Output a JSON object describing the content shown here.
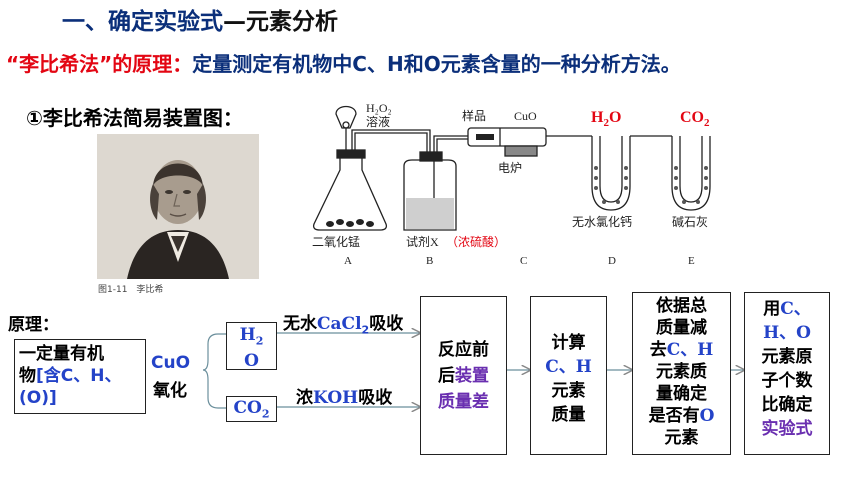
{
  "header": {
    "title_prefix": "一、确定实验式",
    "title_suffix": "—元素分析",
    "principle_label": "“李比希法”的原理：",
    "principle_text": "定量测定有机物中C、H和O元素含量的一种分析方法。"
  },
  "section": {
    "apparatus_label": "①李比希法简易装置图：",
    "portrait_caption": "图1-11　李比希"
  },
  "apparatus": {
    "h2o2_1": "H₂O₂",
    "h2o2_2": "溶液",
    "sample": "样品",
    "cuo": "CuO",
    "furnace": "电炉",
    "h2o": "H",
    "h2o_sub": "2",
    "h2o_tail": "O",
    "co2": "CO",
    "co2_sub": "2",
    "mno2": "二氧化锰",
    "reagent_x": "试剂X",
    "conc_h2so4": "（浓硫酸）",
    "cacl2": "无水氯化钙",
    "sodalime": "碱石灰",
    "letters": [
      "A",
      "B",
      "C",
      "D",
      "E"
    ]
  },
  "flow": {
    "principle": "原理：",
    "start_1": "一定量有机",
    "start_2a": "物",
    "start_2b": "[含C、H、",
    "start_3": "(O)]",
    "cuo": "CuO",
    "oxidize": "氧化",
    "h2o_h": "H",
    "h2o_2": "2",
    "h2o_o": "O",
    "co2_co": "CO",
    "co2_2": "2",
    "upper_a": "无水",
    "upper_b": "CaCl",
    "upper_c": "2",
    "upper_d": "吸收",
    "lower_a": "浓",
    "lower_b": "KOH",
    "lower_c": "吸收",
    "b3_1": "反应前",
    "b3_2a": "后",
    "b3_2b": "装置",
    "b3_3": "质量差",
    "b4_1": "计算",
    "b4_2": "C、H",
    "b4_3": "元素",
    "b4_4": "质量",
    "b5_1": "依据总",
    "b5_2": "质量减",
    "b5_3a": "去",
    "b5_3b": "C、H",
    "b5_4": "元素质",
    "b5_5": "量确定",
    "b5_6a": "是否有",
    "b5_6b": "O",
    "b5_7": "元素",
    "b6_1a": "用",
    "b6_1b": "C、",
    "b6_2": "H、O",
    "b6_3": "元素原",
    "b6_4": "子个数",
    "b6_5": "比确定",
    "b6_6": "实验式"
  }
}
